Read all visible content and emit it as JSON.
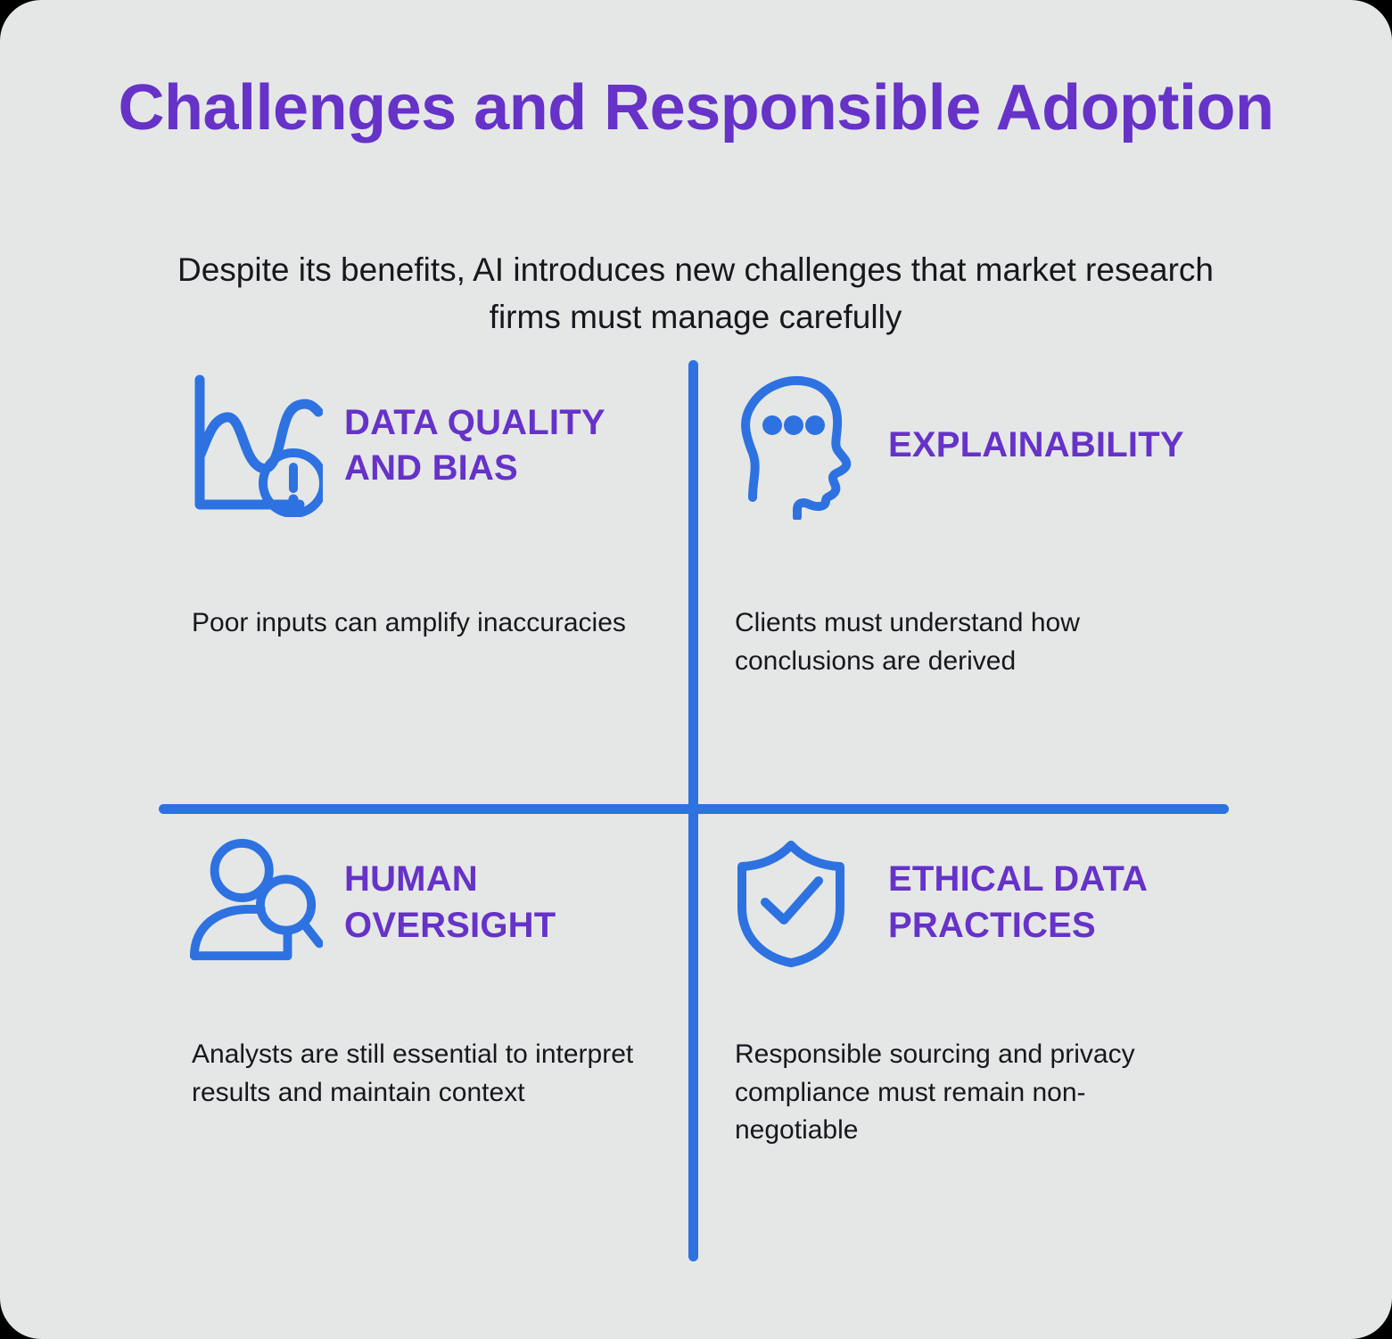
{
  "theme": {
    "background": "#e5e7e7",
    "title_color": "#6632c8",
    "accent_blue": "#2d72e0",
    "body_text_color": "#16181c"
  },
  "header": {
    "title": "Challenges and Responsible Adoption",
    "subtitle": "Despite its benefits, AI introduces new challenges that market research firms must manage carefully"
  },
  "quadrants": [
    {
      "id": "data-quality-and-bias",
      "icon": "line-chart-alert-icon",
      "title": "DATA QUALITY AND BIAS",
      "body": "Poor inputs can amplify inaccuracies"
    },
    {
      "id": "explainability",
      "icon": "head-profile-thinking-icon",
      "title": "EXPLAINABILITY",
      "body": "Clients must understand how conclusions are derived"
    },
    {
      "id": "human-oversight",
      "icon": "person-magnifier-icon",
      "title": "HUMAN OVERSIGHT",
      "body": "Analysts are still essential to interpret results and maintain context"
    },
    {
      "id": "ethical-data-practices",
      "icon": "shield-check-icon",
      "title": "ETHICAL DATA PRACTICES",
      "body": "Responsible sourcing and privacy compliance must remain non-negotiable"
    }
  ]
}
